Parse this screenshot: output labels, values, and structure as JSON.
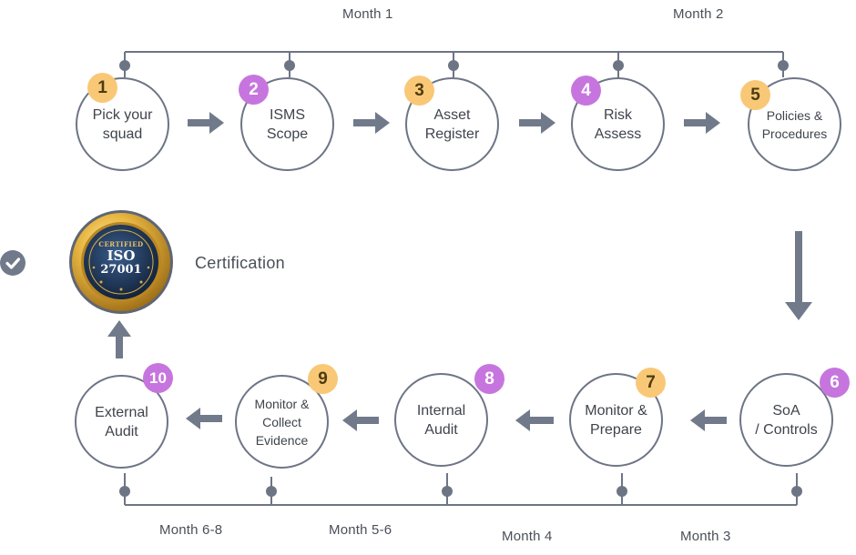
{
  "months_top": [
    "Month 1",
    "Month 2"
  ],
  "months_bottom": [
    "Month 6-8",
    "Month 5-6",
    "Month 4",
    "Month 3"
  ],
  "steps": [
    {
      "num": "1",
      "label": "Pick your\nsquad",
      "badge_color": "orange"
    },
    {
      "num": "2",
      "label": "ISMS\nScope",
      "badge_color": "purple"
    },
    {
      "num": "3",
      "label": "Asset\nRegister",
      "badge_color": "orange"
    },
    {
      "num": "4",
      "label": "Risk\nAssess",
      "badge_color": "purple"
    },
    {
      "num": "5",
      "label": "Policies &\nProcedures",
      "badge_color": "orange"
    },
    {
      "num": "6",
      "label": "SoA\n/ Controls",
      "badge_color": "purple"
    },
    {
      "num": "7",
      "label": "Monitor &\nPrepare",
      "badge_color": "orange"
    },
    {
      "num": "8",
      "label": "Internal\nAudit",
      "badge_color": "purple"
    },
    {
      "num": "9",
      "label": "Monitor &\nCollect\nEvidence",
      "badge_color": "orange"
    },
    {
      "num": "10",
      "label": "External\nAudit",
      "badge_color": "purple"
    }
  ],
  "certification": {
    "label": "Certification",
    "seal_text_top": "CERTIFIED",
    "seal_text_main": "ISO",
    "seal_text_num": "27001",
    "status_icon": "check-circle-icon"
  },
  "colors": {
    "connector": "#6d7585",
    "arrow": "#717a8a",
    "badge_orange": "#f9c877",
    "badge_purple": "#c775de",
    "seal_gold": "#d9a93a",
    "seal_navy": "#1c3457"
  }
}
